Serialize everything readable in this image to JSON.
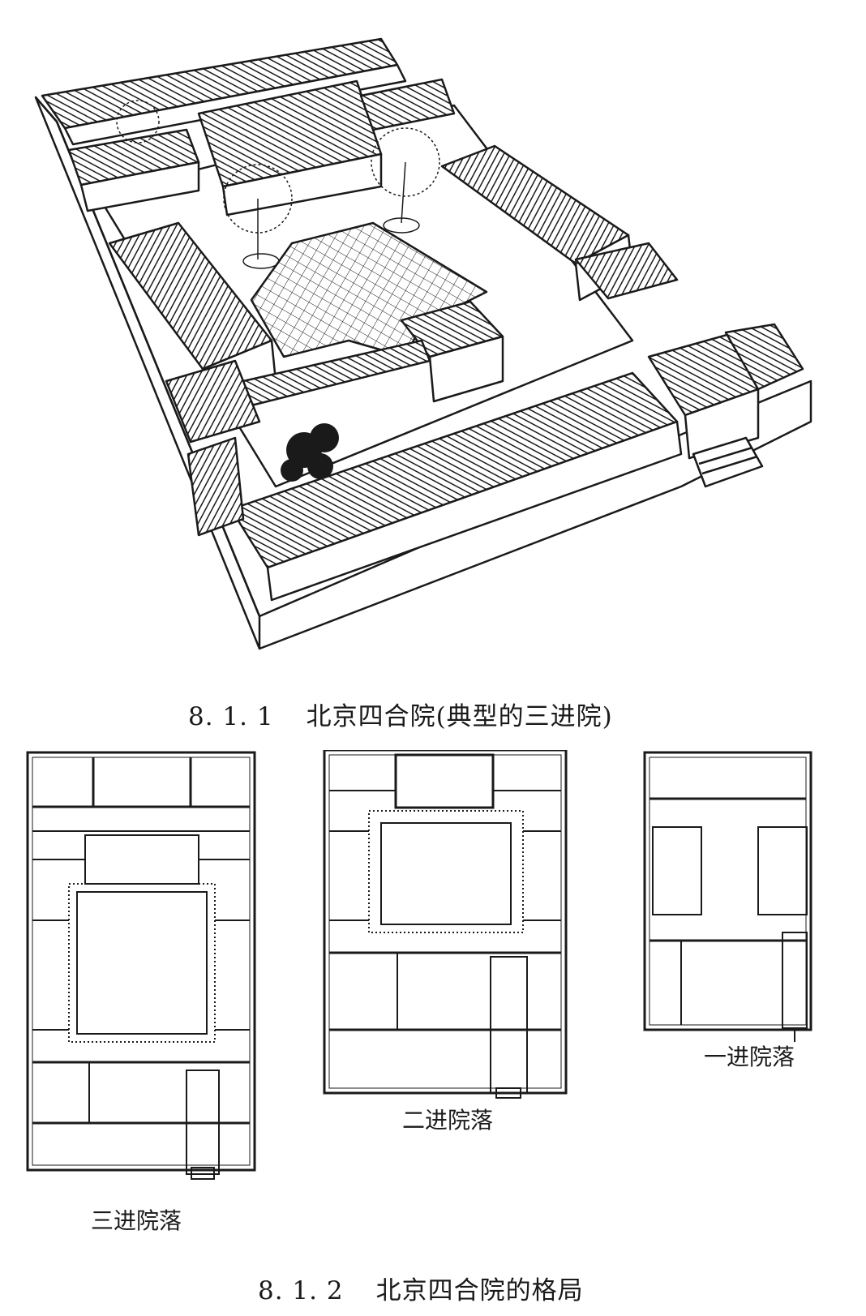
{
  "figure1": {
    "number": "8. 1. 1",
    "title": "北京四合院(典型的三进院)"
  },
  "figure2": {
    "number": "8. 1. 2",
    "title": "北京四合院的格局"
  },
  "plans": {
    "three": "三进院落",
    "two": "二进院落",
    "one": "一进院落"
  },
  "colors": {
    "ink": "#1a1a1a",
    "paper": "#ffffff"
  }
}
